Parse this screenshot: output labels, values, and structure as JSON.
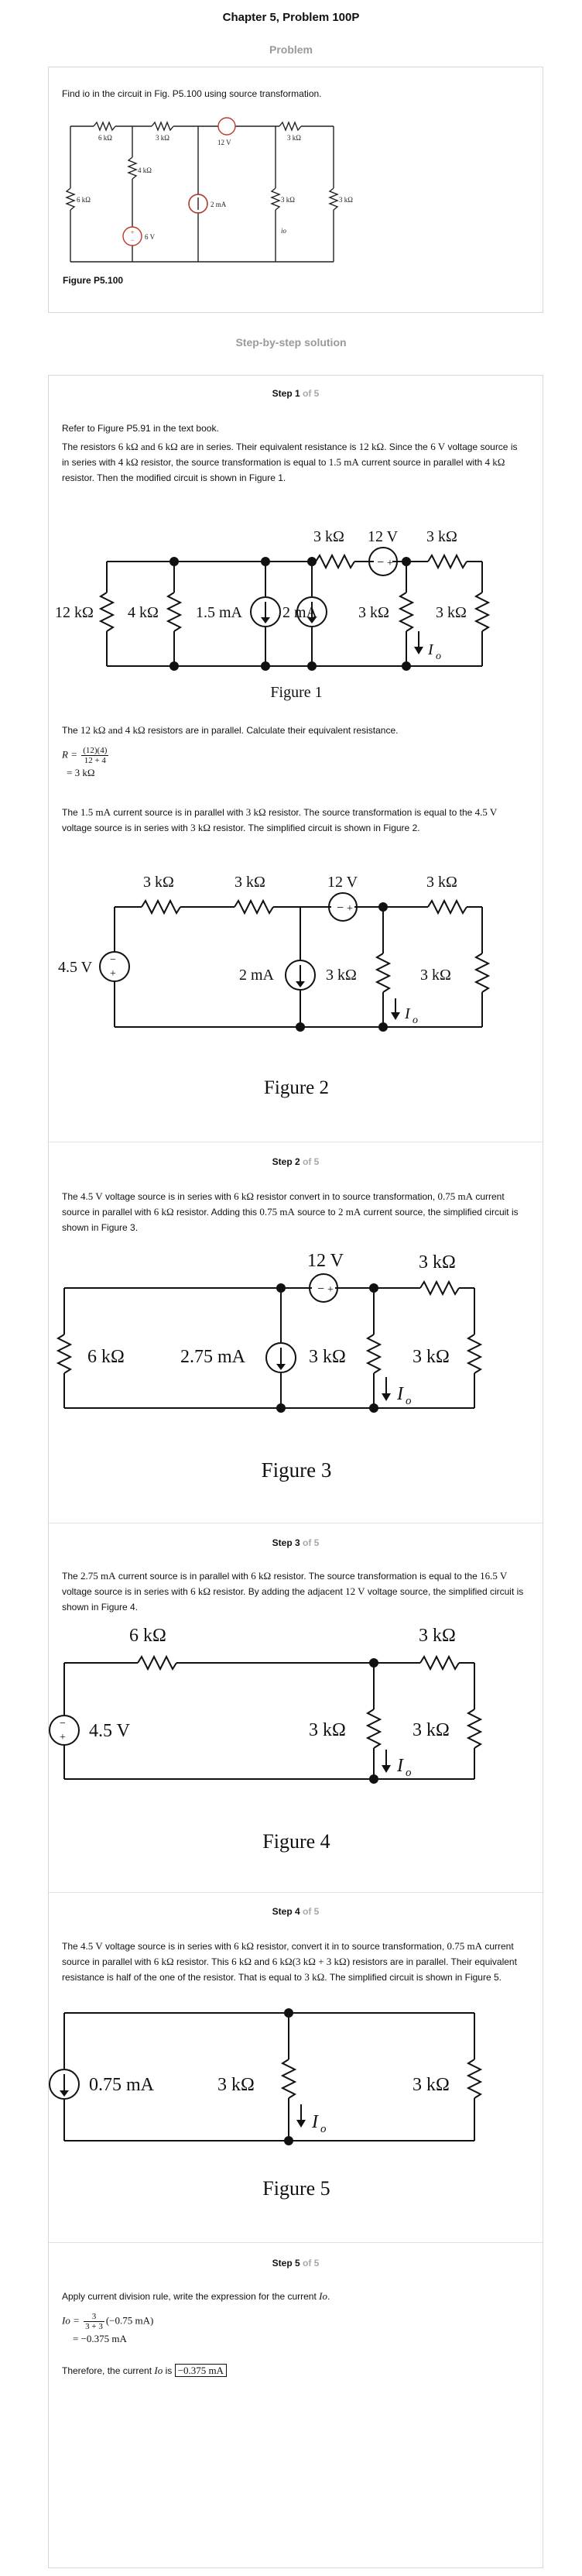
{
  "header": {
    "title": "Chapter 5, Problem 100P"
  },
  "problem": {
    "heading": "Problem",
    "statement": "Find io in the circuit in Fig. P5.100 using source transformation.",
    "figure_caption": "Figure P5.100",
    "figure_labels": {
      "r_top1": "6 kΩ",
      "r_top2": "3 kΩ",
      "r_mid": "4 kΩ",
      "r_top3": "3 kΩ",
      "r_left": "6 kΩ",
      "v_src": "6 V",
      "i_src": "2 mA",
      "v_top": "12 V",
      "r_right1": "3 kΩ",
      "r_right2": "3 kΩ",
      "io": "io"
    }
  },
  "solution": {
    "heading": "Step-by-step solution",
    "of_total": "of 5",
    "step1": {
      "label": "Step 1",
      "p1": "Refer to Figure P5.91 in the text book.",
      "p2a": "The resistors",
      "p2b": "6 kΩ and 6 kΩ",
      "p2c": "are in series. Their equivalent resistance is",
      "p2d": "12 kΩ",
      "p2e": ". Since the",
      "p2f": "6 V",
      "p2g": "voltage source is in series with",
      "p2h": "4 kΩ",
      "p2i": "resistor, the source transformation is equal to",
      "p2j": "1.5 mA",
      "p2k": "current source in parallel with",
      "p2l": "4 kΩ",
      "p2m": "resistor. Then the modified circuit is shown in Figure 1.",
      "fig1": {
        "caption": "Figure 1",
        "r_top1": "3 kΩ",
        "v": "12 V",
        "r_top2": "3 kΩ",
        "r12": "12 kΩ",
        "r4": "4 kΩ",
        "i15": "1.5 mA",
        "i2": "2 mA",
        "r3a": "3 kΩ",
        "r3b": "3 kΩ",
        "io": "I",
        "io_sub": "o"
      },
      "p3a": "The",
      "p3b": "12 kΩ and 4 kΩ",
      "p3c": "resistors are in parallel. Calculate their equivalent resistance.",
      "eq_r": "R =",
      "eq_num": "(12)(4)",
      "eq_den": "12 + 4",
      "eq_res": "= 3 kΩ",
      "p4a": "The",
      "p4b": "1.5 mA",
      "p4c": "current source is in parallel with",
      "p4d": "3 kΩ",
      "p4e": "resistor. The source transformation is equal to the",
      "p4f": "4.5 V",
      "p4g": "voltage source is in series with",
      "p4h": "3 kΩ",
      "p4i": "resistor. The simplified circuit is shown in Figure 2.",
      "fig2": {
        "caption": "Figure 2",
        "r_top1": "3 kΩ",
        "r_top2": "3 kΩ",
        "v": "12 V",
        "r_top3": "3 kΩ",
        "vs": "4.5 V",
        "i2": "2 mA",
        "r3a": "3 kΩ",
        "r3b": "3 kΩ",
        "io": "I",
        "io_sub": "o"
      }
    },
    "step2": {
      "label": "Step 2",
      "p1a": "The",
      "p1b": "4.5 V",
      "p1c": "voltage source is in series with",
      "p1d": "6 kΩ",
      "p1e": "resistor convert in to source transformation,",
      "p1f": "0.75 mA",
      "p1g": "current source in parallel with",
      "p1h": "6 kΩ",
      "p1i": "resistor. Adding this",
      "p1j": "0.75 mA",
      "p1k": "source to",
      "p1l": "2 mA",
      "p1m": "current source, the simplified circuit is shown in Figure 3.",
      "fig3": {
        "caption": "Figure 3",
        "v": "12 V",
        "r_top": "3 kΩ",
        "r6": "6 kΩ",
        "i": "2.75 mA",
        "r3a": "3 kΩ",
        "r3b": "3 kΩ",
        "io": "I",
        "io_sub": "o"
      }
    },
    "step3": {
      "label": "Step 3",
      "p1a": "The",
      "p1b": "2.75 mA",
      "p1c": "current source is in parallel with",
      "p1d": "6 kΩ",
      "p1e": "resistor. The source transformation is equal to the",
      "p1f": "16.5 V",
      "p1g": "voltage source is in series with",
      "p1h": "6 kΩ",
      "p1i": "resistor. By adding the adjacent",
      "p1j": "12 V",
      "p1k": "voltage source, the simplified circuit is shown in Figure 4.",
      "fig4": {
        "caption": "Figure 4",
        "r_top1": "6 kΩ",
        "r_top2": "3 kΩ",
        "vs": "4.5 V",
        "r3a": "3 kΩ",
        "r3b": "3 kΩ",
        "io": "I",
        "io_sub": "o"
      }
    },
    "step4": {
      "label": "Step 4",
      "p1a": "The",
      "p1b": "4.5 V",
      "p1c": "voltage source is in series with",
      "p1d": "6 kΩ",
      "p1e": "resistor, convert it in to source transformation,",
      "p1f": "0.75 mA",
      "p1g": "current source in parallel with",
      "p1h": "6 kΩ",
      "p1i": "resistor. This",
      "p1j": "6 kΩ",
      "p1k": "and",
      "p1l": "6 kΩ(3 kΩ + 3 kΩ)",
      "p1m": "resistors are in parallel. Their equivalent resistance is half of the one of the resistor. That is equal to",
      "p1n": "3 kΩ",
      "p1o": ". The simplified circuit is shown in Figure 5.",
      "fig5": {
        "caption": "Figure 5",
        "i": "0.75 mA",
        "r3a": "3 kΩ",
        "r3b": "3 kΩ",
        "io": "I",
        "io_sub": "o"
      }
    },
    "step5": {
      "label": "Step 5",
      "p1a": "Apply current division rule, write the expression for the current",
      "p1b": "Io",
      "eq_lhs": "Io =",
      "eq_num": "3",
      "eq_den": "3 + 3",
      "eq_tail": "(−0.75 mA)",
      "eq_res": "= −0.375 mA",
      "p2a": "Therefore, the current",
      "p2b": "Io",
      "p2c": "is",
      "answer": "−0.375 mA"
    }
  }
}
